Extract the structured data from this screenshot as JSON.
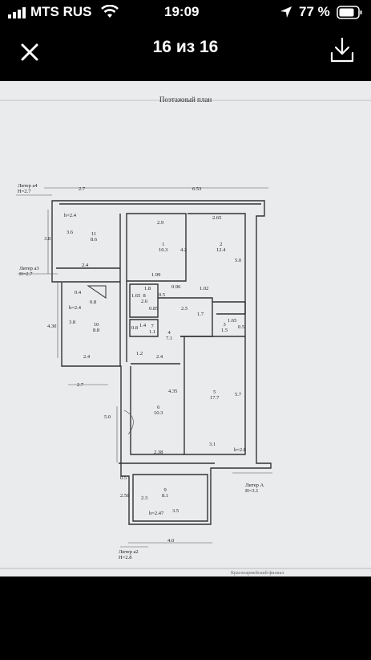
{
  "status_bar": {
    "carrier": "MTS RUS",
    "time": "19:09",
    "battery": "77 %"
  },
  "nav": {
    "counter": "16 из 16"
  },
  "plan": {
    "title": "Поэтажный план",
    "liters": {
      "a4": [
        "Литер а4",
        "H=2.7"
      ],
      "a3": [
        "Литер а3",
        "H=2.7"
      ],
      "A": [
        "Литер А",
        "H=3.1"
      ],
      "a2": [
        "Литер а2",
        "H=2.8"
      ]
    },
    "heights": {
      "h24_top": "h=2.4",
      "h24_mid": "h=2.4",
      "h28": "h=2.8",
      "h247": "h=2.47"
    },
    "rooms": [
      {
        "num": "11",
        "area": "8.6"
      },
      {
        "num": "1",
        "area": "10.3"
      },
      {
        "num": "2",
        "area": "12.4"
      },
      {
        "num": "10",
        "area": "8.8"
      },
      {
        "num": "8",
        "area": "2.6"
      },
      {
        "num": "7",
        "area": "1.1"
      },
      {
        "num": "4",
        "area": "7.1"
      },
      {
        "num": "3",
        "area": "1.5"
      },
      {
        "num": "5",
        "area": "17.7"
      },
      {
        "num": "6",
        "area": "10.3"
      },
      {
        "num": "9",
        "area": "8.1"
      }
    ],
    "dims": {
      "d2_7top": "2.7",
      "d6_53": "6.53",
      "d3_8": "3.8",
      "d3_6": "3.6",
      "d2_4a": "2.4",
      "d2_9": "2.9",
      "d2_65": "2.65",
      "d4_2": "4.2",
      "d5_0a": "5.0",
      "d1_99": "1.99",
      "d1_02": "1.02",
      "d0_96": "0.96",
      "d1_8": "1.8",
      "d0_4": "0.4",
      "d0_8a": "0.8",
      "d4_30": "4.30",
      "d3_8b": "3.8",
      "d1_65a": "1.65",
      "d0_5a": "0.5",
      "d0_85": "0.85",
      "d2_5": "2.5",
      "d1_7": "1.7",
      "d1_65b": "1.65",
      "d0_5b": "0.5",
      "d1_4": "1.4",
      "d0_8b": "0.8",
      "d1_2": "1.2",
      "d2_4b": "2.4",
      "d2_4c": "2.4",
      "d2_7b": "2.7",
      "d4_35": "4.35",
      "d5_7": "5.7",
      "d5_0b": "5.0",
      "d3_1": "3.1",
      "d2_38": "2.38",
      "d0_5c": "0.5",
      "d2_58": "2.58",
      "d2_3": "2.3",
      "d3_5": "3.5",
      "d4_0": "4.0"
    },
    "footer_fragment": "Красноармейский филиал"
  }
}
